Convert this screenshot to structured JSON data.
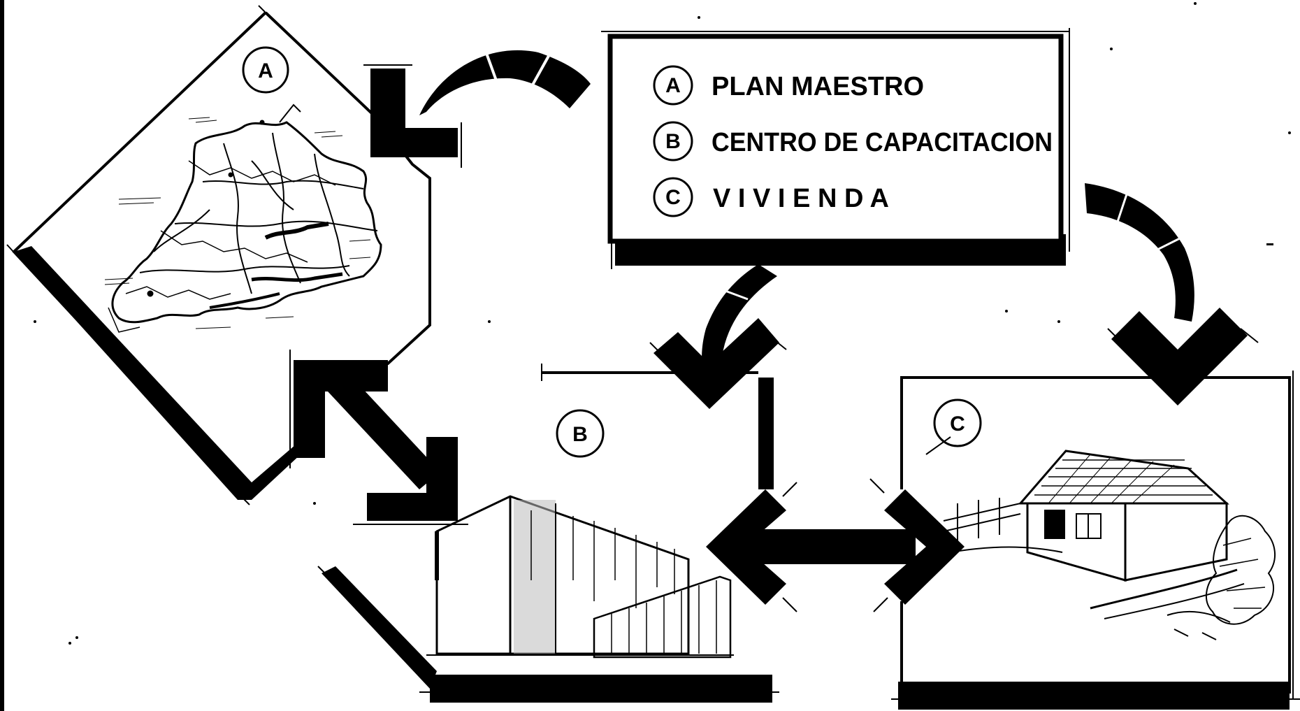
{
  "legend": {
    "items": [
      {
        "key": "A",
        "label": "PLAN  MAESTRO"
      },
      {
        "key": "B",
        "label": "CENTRO DE CAPACITACION"
      },
      {
        "key": "C",
        "label": "V I V I E N D A"
      }
    ]
  },
  "panels": {
    "a": {
      "key": "A",
      "content": "map"
    },
    "b": {
      "key": "B",
      "content": "building"
    },
    "c": {
      "key": "C",
      "content": "house"
    }
  },
  "colors": {
    "ink": "#000000",
    "paper": "#ffffff"
  }
}
